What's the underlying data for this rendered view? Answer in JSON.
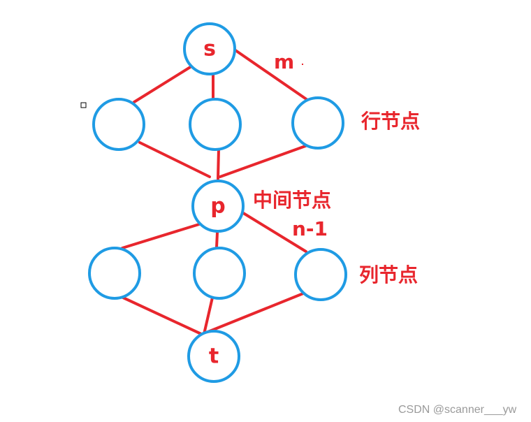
{
  "diagram": {
    "colors": {
      "edge": "#e8262d",
      "node_outline": "#1f9be4",
      "text": "#e8262d",
      "watermark": "#9a9a9a"
    },
    "nodes": {
      "source": "s",
      "middle": "p",
      "sink": "t"
    },
    "annotations": {
      "source_edge_capacity": "m",
      "row_nodes": "行节点",
      "middle_node": "中间节点",
      "middle_edge_capacity": "n-1",
      "column_nodes": "列节点"
    },
    "watermark": "CSDN @scanner___yw"
  }
}
